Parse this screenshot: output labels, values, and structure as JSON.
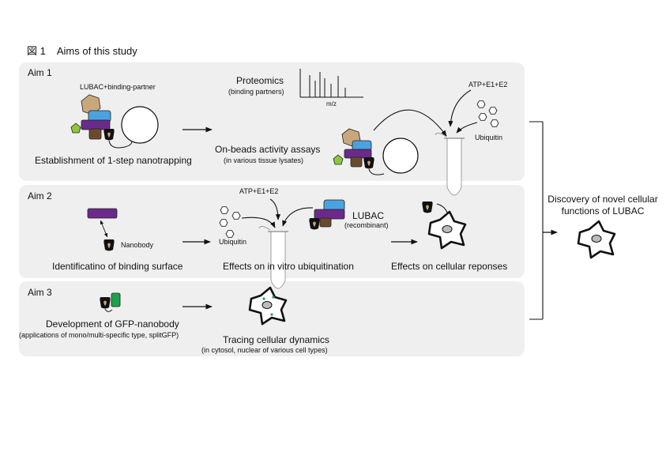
{
  "figure": {
    "number": "図 1",
    "title": "Aims of this study"
  },
  "aim1": {
    "label": "Aim 1",
    "trap_caption": "LUBAC+binding-partner",
    "proteomics": "Proteomics",
    "binding_partners": "(binding partners)",
    "mz": "m/z",
    "establishment": "Establishment of 1-step nanotrapping",
    "onbeads": "On-beads activity assays",
    "tissue": "(in various tissue lysates)",
    "atp": "ATP+E1+E2",
    "ubiquitin": "Ubiquitin"
  },
  "aim2": {
    "label": "Aim 2",
    "nanobody": "Nanobody",
    "identification": "Identificatino of binding surface",
    "atp": "ATP+E1+E2",
    "lubac": "LUBAC",
    "recombinant": "(recombinant)",
    "ubiquitin": "Ubiquitin",
    "invitro": "Effects on in vitro ubiquitination",
    "cellular": "Effects on cellular reponses"
  },
  "aim3": {
    "label": "Aim 3",
    "development": "Development of GFP-nanobody",
    "applications": "(applications of mono/multi-specific type, splitGFP)",
    "tracing": "Tracing cellular dynamics",
    "cytosol": "(in cytosol, nuclear of various cell types)"
  },
  "conclusion": {
    "line1": "Discovery of novel cellular",
    "line2": "functions of LUBAC"
  },
  "colors": {
    "panel": "#efefef",
    "tan": "#c9a77c",
    "blue": "#4aa3df",
    "purple": "#6b2a8a",
    "brown": "#6a4a2e",
    "green": "#8cc63f",
    "gfp": "#1aa34a"
  }
}
